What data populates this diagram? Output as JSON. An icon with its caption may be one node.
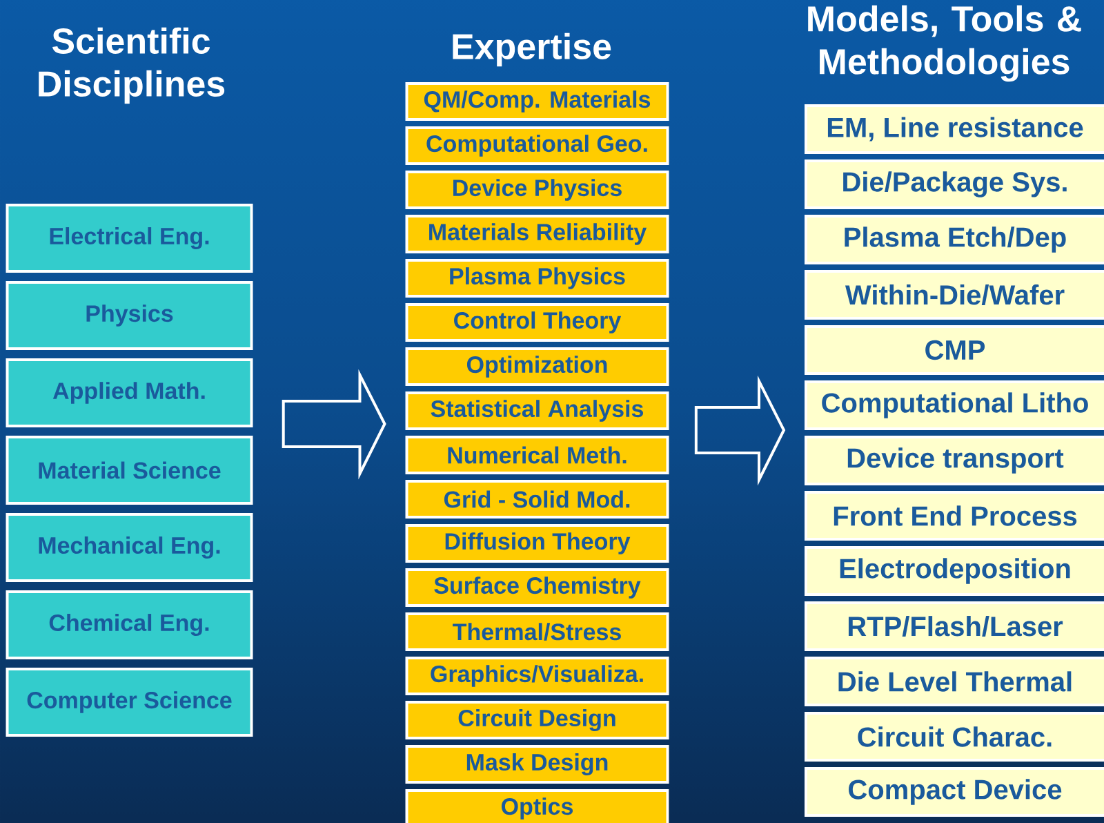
{
  "diagram": {
    "labels": [
      "Scientific Disciplines",
      "Expertise",
      "Models, Tools & Methodologies"
    ],
    "nodes": [
      {
        "text": [
          "Electrical Eng."
        ]
      },
      {
        "text": [
          "Physics"
        ]
      },
      {
        "text": [
          "Applied Math."
        ]
      },
      {
        "text": [
          "Material Science"
        ]
      },
      {
        "text": [
          "Mechanical Eng."
        ]
      },
      {
        "text": [
          "Chemical Eng."
        ]
      },
      {
        "text": [
          "Computer Science"
        ]
      },
      {
        "text": [
          "QM/Comp. Materials"
        ]
      },
      {
        "text": [
          "Computational Geo."
        ]
      },
      {
        "text": [
          "Device Physics"
        ]
      },
      {
        "text": [
          "Materials Reliability"
        ]
      },
      {
        "text": [
          "Plasma Physics"
        ]
      },
      {
        "text": [
          "Control Theory"
        ]
      },
      {
        "text": [
          "Optimization"
        ]
      },
      {
        "text": [
          "Statistical Analysis"
        ]
      },
      {
        "text": [
          "Numerical Meth."
        ]
      },
      {
        "text": [
          "Grid - Solid Mod."
        ]
      },
      {
        "text": [
          "Diffusion Theory"
        ]
      },
      {
        "text": [
          "Surface Chemistry"
        ]
      },
      {
        "text": [
          "Thermal/Stress"
        ]
      },
      {
        "text": [
          "Graphics/Visualiza."
        ]
      },
      {
        "text": [
          "Circuit Design"
        ]
      },
      {
        "text": [
          "Mask Design"
        ]
      },
      {
        "text": [
          "Optics"
        ]
      },
      {
        "text": [
          "EM, Line resistance"
        ]
      },
      {
        "text": [
          "Die/Package Sys."
        ]
      },
      {
        "text": [
          "Plasma Etch/Dep"
        ]
      },
      {
        "text": [
          "Within-Die/Wafer"
        ]
      },
      {
        "text": [
          "CMP"
        ]
      },
      {
        "text": [
          "Computational Litho"
        ]
      },
      {
        "text": [
          "Device transport"
        ]
      },
      {
        "text": [
          "Front End Process"
        ]
      },
      {
        "text": [
          "Electrodeposition"
        ]
      },
      {
        "text": [
          "RTP/Flash/Laser"
        ]
      },
      {
        "text": [
          "Die Level Thermal"
        ]
      },
      {
        "text": [
          "Circuit Charac."
        ]
      },
      {
        "text": [
          "Compact Device"
        ]
      }
    ],
    "edges": [
      {
        "from": 2,
        "to": 15,
        "arrow": "to"
      },
      {
        "from": 15,
        "to": 29,
        "arrow": "to"
      }
    ]
  }
}
